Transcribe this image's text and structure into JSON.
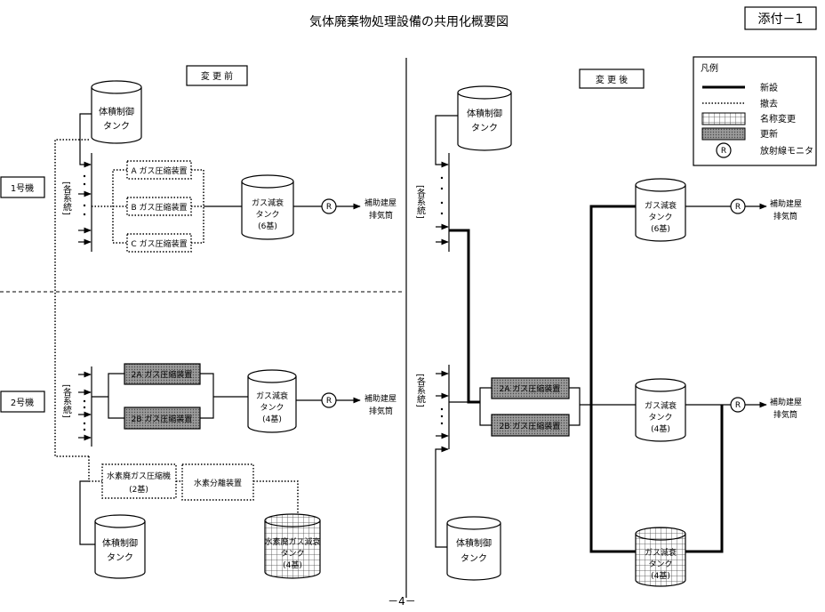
{
  "title": "気体廃棄物処理設備の共用化概要図",
  "attachment": "添付－1",
  "page_number": "－4－",
  "legend": {
    "title": "凡例",
    "items": [
      {
        "label": "新設",
        "symbol": "thick-line"
      },
      {
        "label": "撤去",
        "symbol": "dotted-line"
      },
      {
        "label": "名称変更",
        "symbol": "grid-box"
      },
      {
        "label": "更新",
        "symbol": "shaded-box"
      },
      {
        "label": "放射線モニタ",
        "symbol": "R"
      }
    ]
  },
  "before": {
    "heading": "変 更 前",
    "unit1": {
      "label": "1号機",
      "systems": "[各系統]",
      "volume_control_tank": [
        "体積制御",
        "タンク"
      ],
      "compressors": [
        "A ガス圧縮装置",
        "B ガス圧縮装置",
        "C ガス圧縮装置"
      ],
      "decay_tank": [
        "ガス減衰",
        "タンク",
        "(6基)"
      ],
      "monitor": "R",
      "stack": [
        "補助建屋",
        "排気筒"
      ]
    },
    "unit2": {
      "label": "2号機",
      "systems": "[各系統]",
      "compressors": [
        "2A ガス圧縮装置",
        "2B ガス圧縮装置"
      ],
      "decay_tank": [
        "ガス減衰",
        "タンク",
        "(4基)"
      ],
      "monitor": "R",
      "stack": [
        "補助建屋",
        "排気筒"
      ],
      "hydrogen_compressor": [
        "水素廃ガス圧縮機",
        "(2基)"
      ],
      "hydrogen_separator": "水素分離装置",
      "hydrogen_decay_tank": [
        "水素廃ガス減衰",
        "タンク",
        "(4基)"
      ],
      "volume_control_tank": [
        "体積制御",
        "タンク"
      ]
    }
  },
  "after": {
    "heading": "変 更 後",
    "systems_upper": "[各系統]",
    "systems_lower": "[各系統]",
    "volume_control_tank_upper": [
      "体積制御",
      "タンク"
    ],
    "volume_control_tank_lower": [
      "体積制御",
      "タンク"
    ],
    "compressors": [
      "2A ガス圧縮装置",
      "2B ガス圧縮装置"
    ],
    "decay_tank_6": [
      "ガス減衰",
      "タンク",
      "(6基)"
    ],
    "decay_tank_4": [
      "ガス減衰",
      "タンク",
      "(4基)"
    ],
    "decay_tank_4_renamed": [
      "ガス減衰",
      "タンク",
      "(4基)"
    ],
    "monitor_upper": "R",
    "monitor_lower": "R",
    "stack_upper": [
      "補助建屋",
      "排気筒"
    ],
    "stack_lower": [
      "補助建屋",
      "排気筒"
    ]
  }
}
